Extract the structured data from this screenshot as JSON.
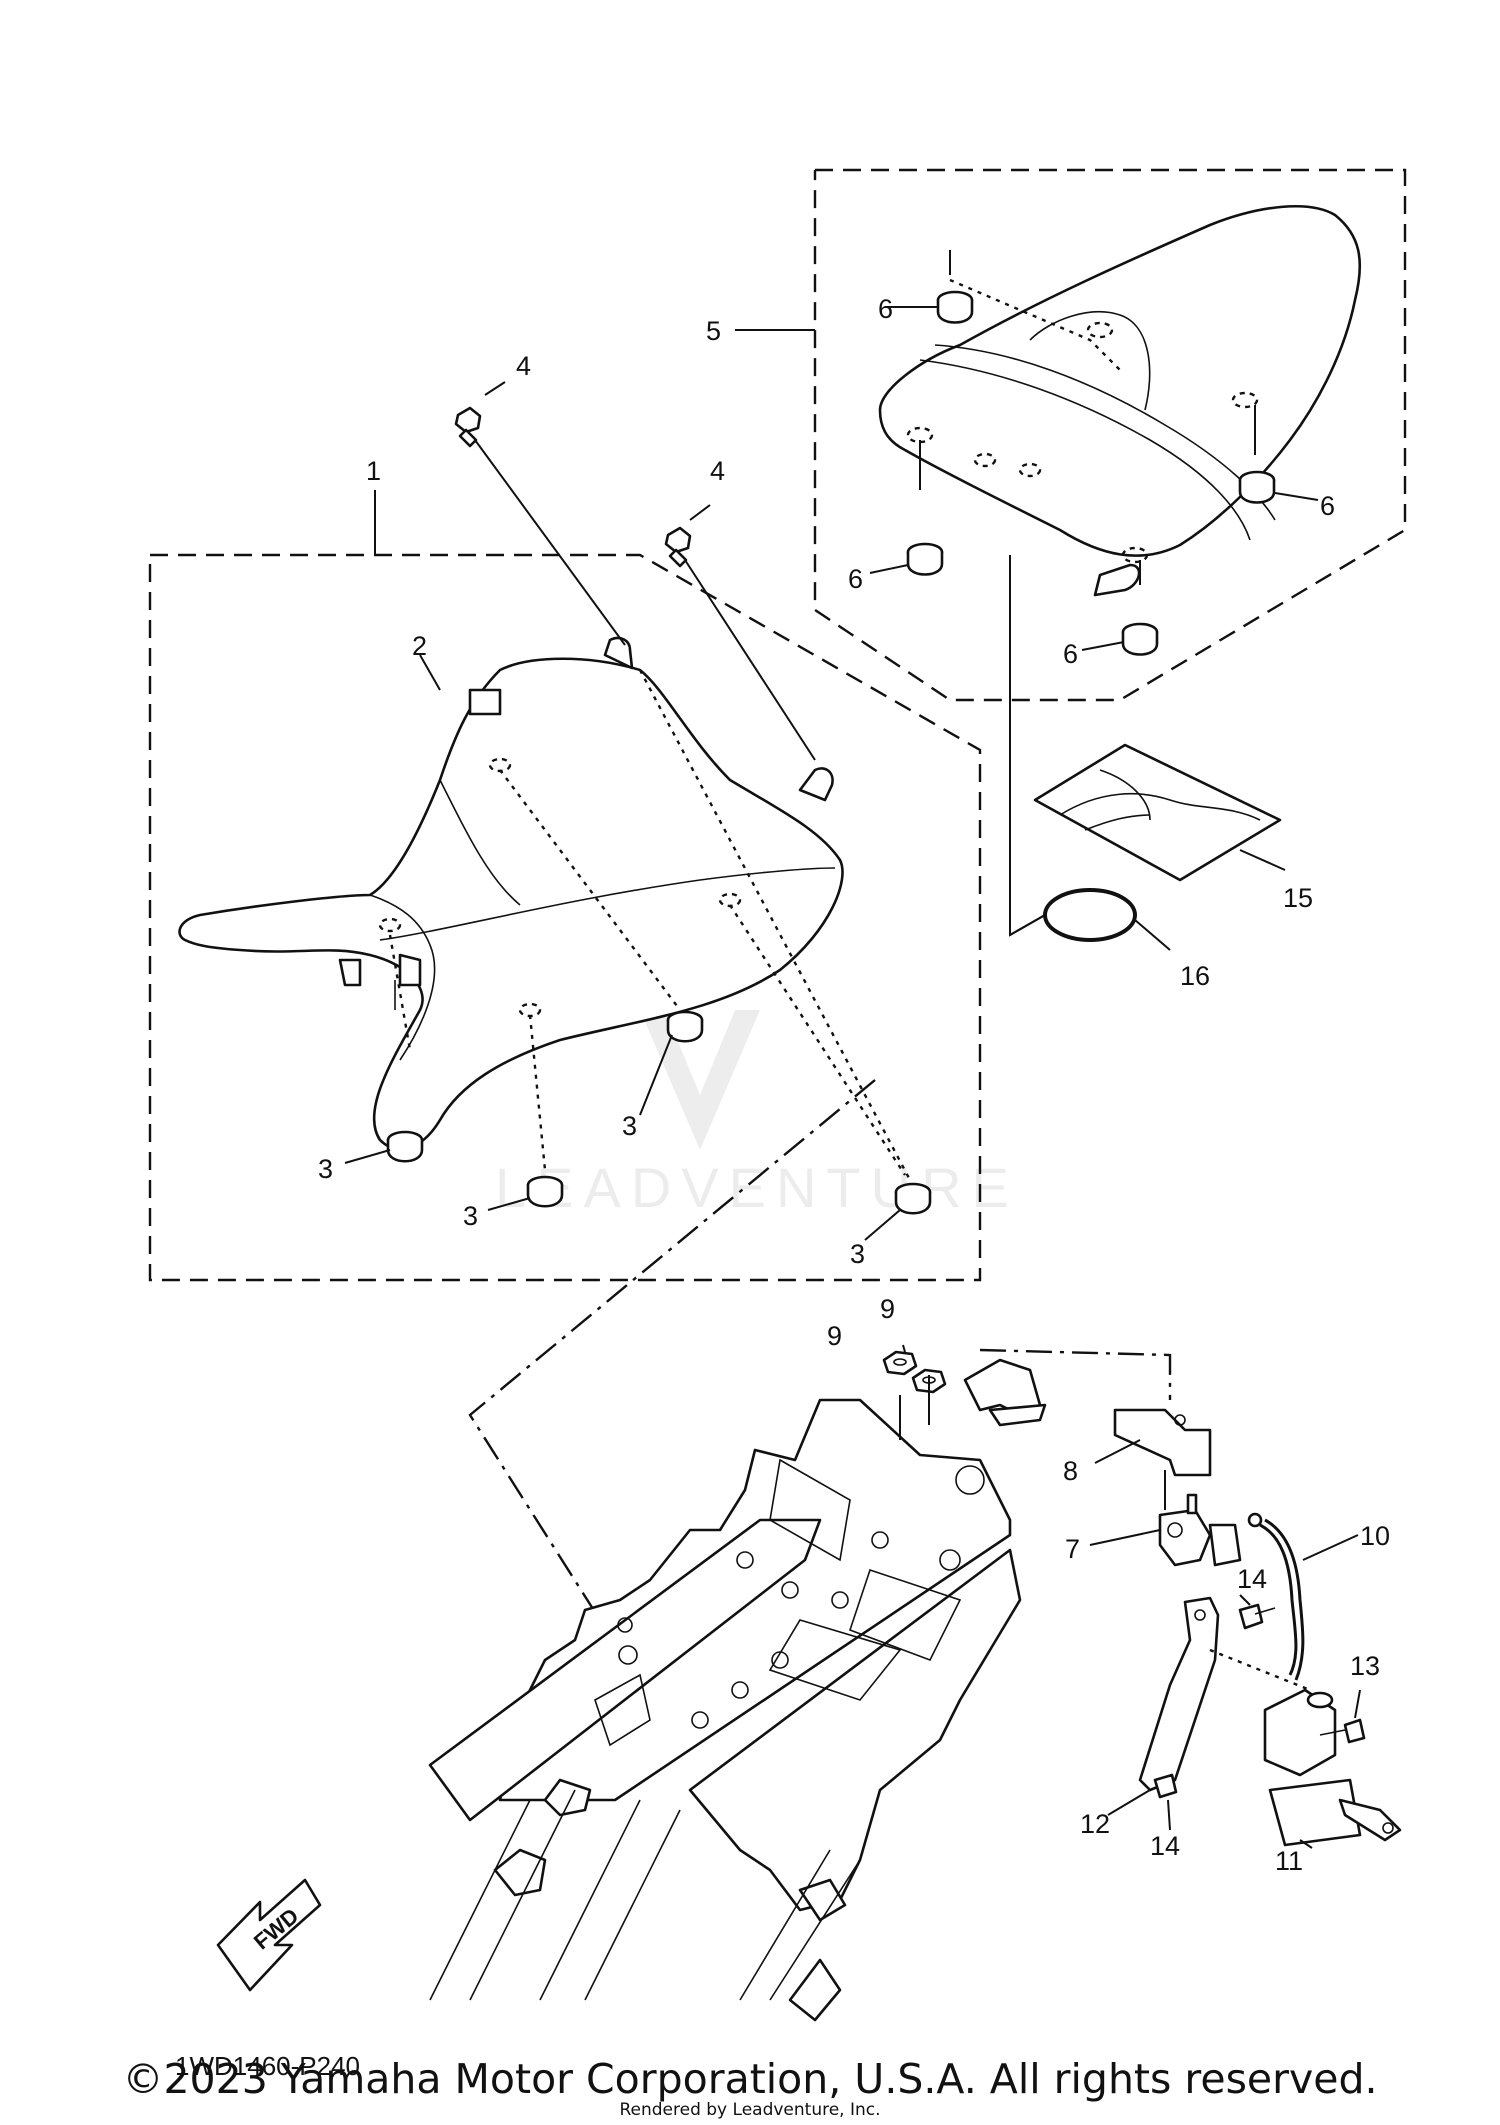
{
  "diagram": {
    "code": "1WD1460-P240",
    "fwd_label": "FWD",
    "watermark": "LEADVENTURE",
    "callouts": [
      "1",
      "2",
      "3",
      "3",
      "3",
      "3",
      "4",
      "4",
      "5",
      "6",
      "6",
      "6",
      "6",
      "7",
      "8",
      "9",
      "9",
      "10",
      "11",
      "12",
      "13",
      "14",
      "14",
      "15",
      "16"
    ]
  },
  "footer": {
    "copyright": "©2023 Yamaha Motor Corporation, U.S.A. All rights reserved.",
    "rendered_by": "Rendered by Leadventure, Inc."
  },
  "icons": {
    "fwd_arrow": "fwd-arrow-icon",
    "watermark_logo": "leadventure-logo-icon"
  }
}
